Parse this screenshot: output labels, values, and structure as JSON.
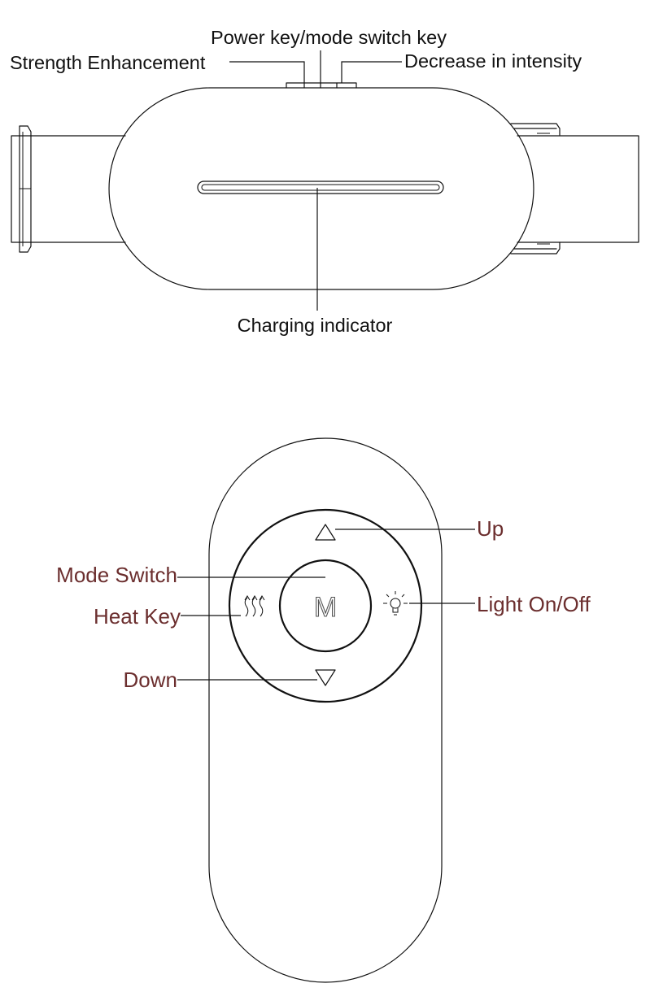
{
  "device": {
    "labels": {
      "power_mode": "Power key/mode switch key",
      "strength_up": "Strength Enhancement",
      "intensity_down": "Decrease in intensity",
      "charging": "Charging indicator"
    }
  },
  "remote": {
    "center_key": "M",
    "labels": {
      "up": "Up",
      "mode_switch": "Mode Switch",
      "heat_key": "Heat Key",
      "light": "Light On/Off",
      "down": "Down"
    }
  },
  "icons": {
    "up": "up-triangle-icon",
    "down": "down-triangle-icon",
    "heat": "heat-waves-icon",
    "light": "light-bulb-icon"
  }
}
